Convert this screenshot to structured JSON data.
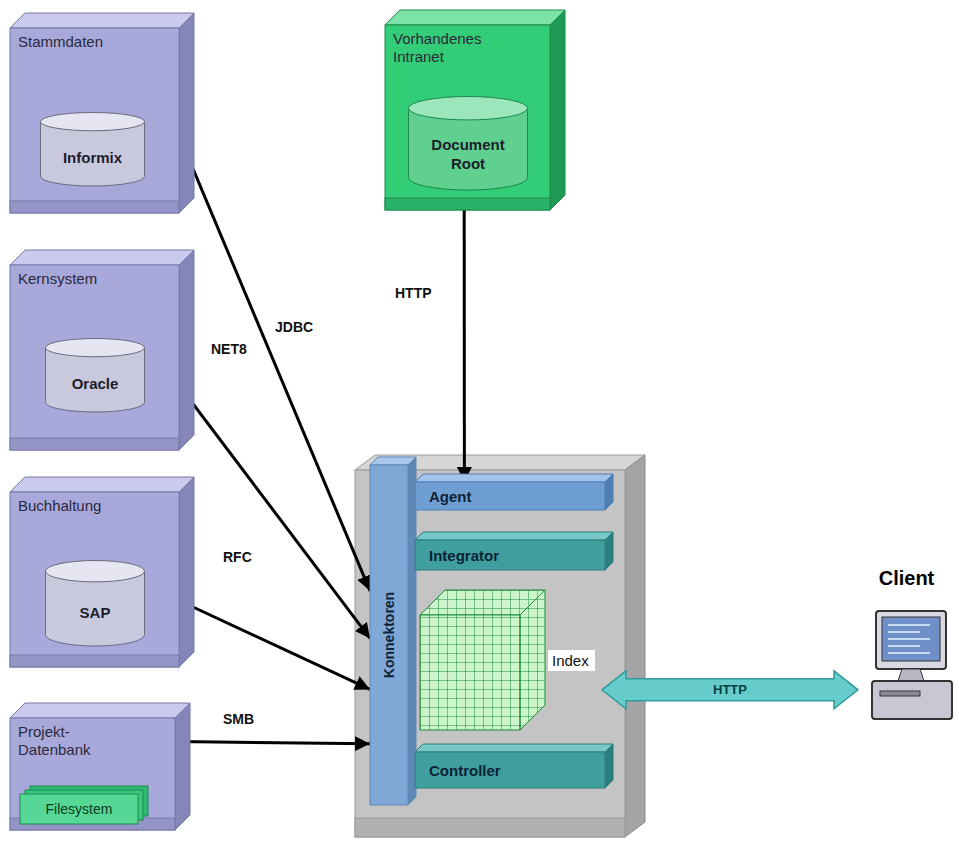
{
  "diagram": {
    "nodes": [
      {
        "text": [
          "Stammdaten"
        ]
      },
      {
        "text": [
          "Informix"
        ],
        "in": 0
      },
      {
        "text": [
          "Vorhandenes Intranet"
        ]
      },
      {
        "text": [
          "Document Root"
        ],
        "in": 2
      },
      {
        "text": [
          "Kernsystem"
        ]
      },
      {
        "text": [
          "Oracle"
        ],
        "in": 4
      },
      {
        "text": [
          "Buchhaltung"
        ]
      },
      {
        "text": [
          "SAP"
        ],
        "in": 6
      },
      {
        "text": [
          "Projekt- Datenbank"
        ]
      },
      {
        "text": [
          "Filesystem"
        ],
        "in": 8
      },
      {
        "text": [
          "Konnektoren"
        ]
      },
      {
        "text": [
          "Agent"
        ]
      },
      {
        "text": [
          "Integrator"
        ]
      },
      {
        "text": [
          "Index"
        ]
      },
      {
        "text": [
          "Controller"
        ]
      },
      {
        "text": [
          "Client"
        ]
      }
    ],
    "edges": [
      {
        "from": 0,
        "to": 10,
        "label": "JDBC",
        "arrow": "to"
      },
      {
        "from": 4,
        "to": 10,
        "label": "NET8",
        "arrow": "to"
      },
      {
        "from": 6,
        "to": 10,
        "label": "RFC",
        "arrow": "to"
      },
      {
        "from": 8,
        "to": 10,
        "label": "SMB",
        "arrow": "to"
      },
      {
        "from": 2,
        "to": 11,
        "label": "HTTP",
        "arrow": "to"
      },
      {
        "from": 13,
        "to": 15,
        "label": "HTTP",
        "arrow": "both"
      }
    ]
  }
}
